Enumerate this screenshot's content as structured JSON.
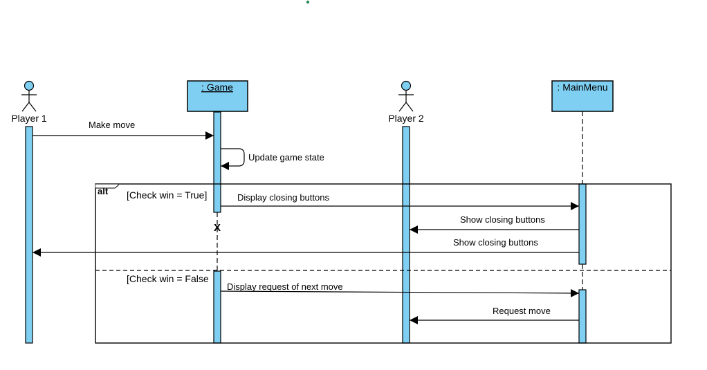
{
  "participants": {
    "player1": {
      "label": "Player 1",
      "type": "actor"
    },
    "game": {
      "label": ": Game",
      "type": "object"
    },
    "player2": {
      "label": "Player 2",
      "type": "actor"
    },
    "mainmenu": {
      "label": ": MainMenu",
      "type": "object"
    }
  },
  "messages": {
    "make_move": "Make move",
    "update_game_state": "Update game state",
    "display_closing": "Display closing buttons",
    "show_closing_1": "Show closing buttons",
    "show_closing_2": "Show closing buttons",
    "display_request": "Display request of next move",
    "request_move": "Request move"
  },
  "fragment": {
    "operator": "alt",
    "guard_true": "[Check win = True]",
    "guard_false": "[Check win = False"
  },
  "destroy_mark": "X",
  "colors": {
    "fill": "#7fcff2",
    "stroke": "#000000",
    "dot": "#2e8b57"
  }
}
